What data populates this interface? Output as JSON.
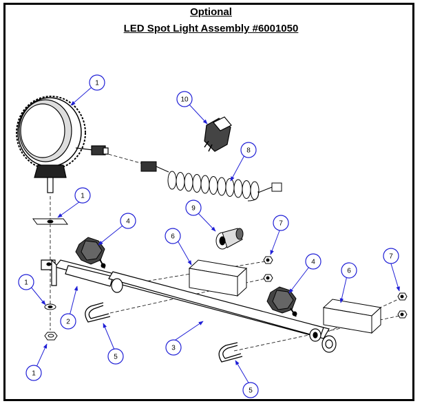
{
  "header": {
    "title_line1": "Optional",
    "title_line2": "LED Spot Light Assembly #6001050"
  },
  "callouts": [
    "1",
    "10",
    "8",
    "1",
    "9",
    "4",
    "7",
    "6",
    "1",
    "4",
    "6",
    "7",
    "2",
    "3",
    "5",
    "5",
    "1"
  ],
  "colors": {
    "callout_ring": "#1f1fd6",
    "leader": "#1f1fd6",
    "part_stroke": "#000000"
  }
}
